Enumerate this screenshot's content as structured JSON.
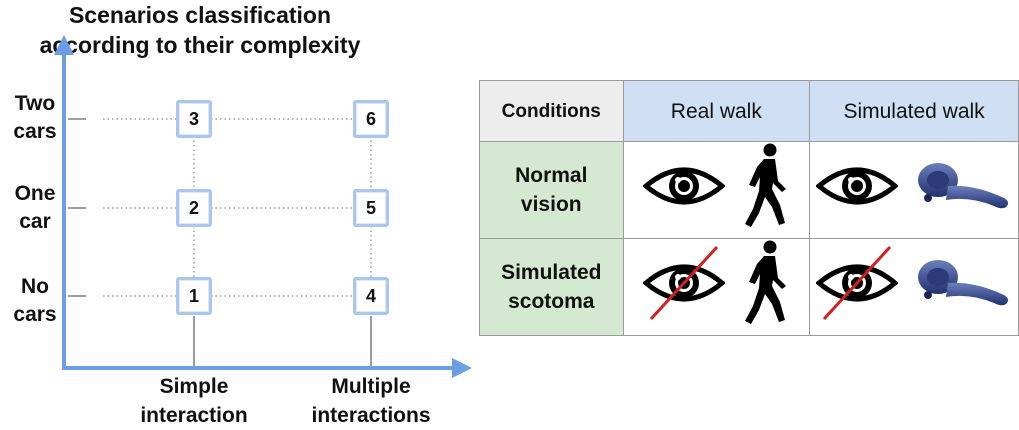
{
  "diagram": {
    "title_lines": [
      "Scenarios classification",
      "according to their complexity"
    ],
    "y_levels": [
      {
        "label_lines": [
          "Two",
          "cars"
        ],
        "scenarios": [
          "3",
          "6"
        ]
      },
      {
        "label_lines": [
          "One",
          "car"
        ],
        "scenarios": [
          "2",
          "5"
        ]
      },
      {
        "label_lines": [
          "No",
          "cars"
        ],
        "scenarios": [
          "1",
          "4"
        ]
      }
    ],
    "x_levels": [
      {
        "label_lines": [
          "Simple",
          "interaction"
        ]
      },
      {
        "label_lines": [
          "Multiple",
          "interactions"
        ]
      }
    ],
    "axis_color": "#6e9de8",
    "box_border_color": "#a9c6ef"
  },
  "table": {
    "corner": "Conditions",
    "columns": [
      "Real walk",
      "Simulated walk"
    ],
    "rows": [
      {
        "label_lines": [
          "Normal",
          "vision"
        ],
        "cells": [
          [
            "eye-icon",
            "walking-person-icon"
          ],
          [
            "eye-icon",
            "vr-controller-icon"
          ]
        ]
      },
      {
        "label_lines": [
          "Simulated",
          "scotoma"
        ],
        "cells": [
          [
            "crossed-eye-icon",
            "walking-person-icon"
          ],
          [
            "crossed-eye-icon",
            "vr-controller-icon"
          ]
        ]
      }
    ],
    "header_color": "#cfe0f4",
    "corner_color": "#ededed",
    "row_label_color": "#d5e8d1",
    "strike_color": "#d21f1f"
  }
}
